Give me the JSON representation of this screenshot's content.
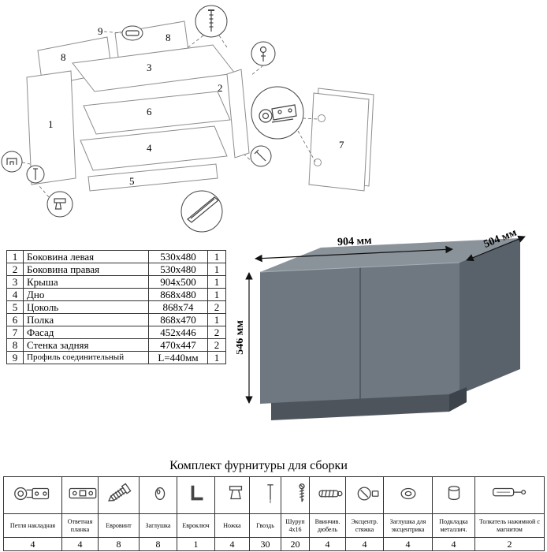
{
  "exploded": {
    "labels": {
      "n1": "1",
      "n2": "2",
      "n3": "3",
      "n4": "4",
      "n5": "5",
      "n6": "6",
      "n7": "7",
      "n8a": "8",
      "n8b": "8",
      "n9": "9"
    }
  },
  "parts_table": {
    "rows": [
      {
        "num": "1",
        "name": "Боковина левая",
        "size": "530x480",
        "qty": "1"
      },
      {
        "num": "2",
        "name": "Боковина правая",
        "size": "530x480",
        "qty": "1"
      },
      {
        "num": "3",
        "name": "Крыша",
        "size": "904x500",
        "qty": "1"
      },
      {
        "num": "4",
        "name": "Дно",
        "size": "868x480",
        "qty": "1"
      },
      {
        "num": "5",
        "name": "Цоколь",
        "size": "868x74",
        "qty": "2"
      },
      {
        "num": "6",
        "name": "Полка",
        "size": "868x470",
        "qty": "1"
      },
      {
        "num": "7",
        "name": "Фасад",
        "size": "452x446",
        "qty": "2"
      },
      {
        "num": "8",
        "name": "Стенка задняя",
        "size": "470x447",
        "qty": "2"
      },
      {
        "num": "9",
        "name": "Профиль соединительный",
        "size": "L=440мм",
        "qty": "1"
      }
    ]
  },
  "cabinet": {
    "width_label": "904 мм",
    "depth_label": "504 мм",
    "height_label": "546 мм",
    "colors": {
      "top": "#8a929a",
      "front": "#6f7881",
      "side": "#59626b",
      "plinth": "#4d545c"
    }
  },
  "hardware": {
    "title": "Комплект фурнитуры для сборки",
    "items": [
      {
        "name": "Петля накладная",
        "qty": "4"
      },
      {
        "name": "Ответная планка",
        "qty": "4"
      },
      {
        "name": "Евровинт",
        "qty": "8"
      },
      {
        "name": "Заглушка",
        "qty": "8"
      },
      {
        "name": "Евроключ",
        "qty": "1"
      },
      {
        "name": "Ножка",
        "qty": "4"
      },
      {
        "name": "Гвоздь",
        "qty": "30"
      },
      {
        "name": "Шуруп 4x16",
        "qty": "20"
      },
      {
        "name": "Ввинчив. дюбель",
        "qty": "4"
      },
      {
        "name": "Эксцентр. стяжка",
        "qty": "4"
      },
      {
        "name": "Заглушка для эксцентрика",
        "qty": "4"
      },
      {
        "name": "Подкладка металлич.",
        "qty": "4"
      },
      {
        "name": "Толкатель нажимной с магнитом",
        "qty": "2"
      }
    ]
  }
}
